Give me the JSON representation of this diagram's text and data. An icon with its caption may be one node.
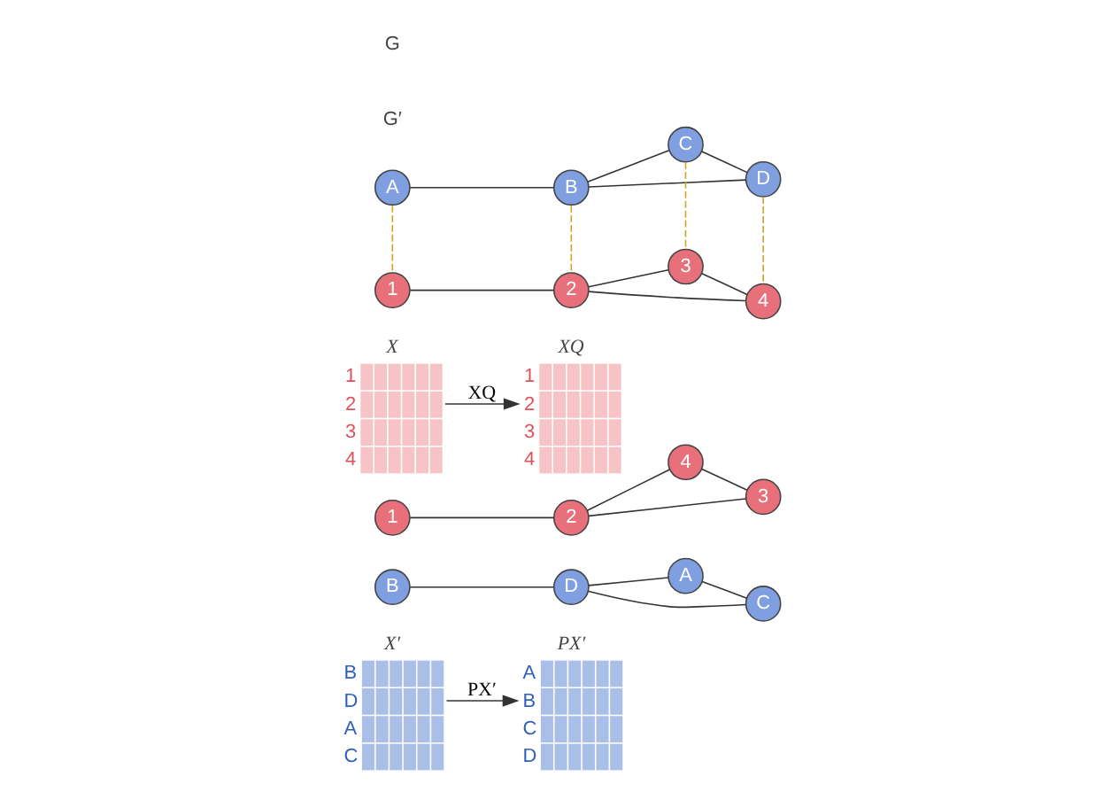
{
  "diagram": {
    "nodes": [
      {
        "text": [
          "X′",
          "B",
          "D",
          "A",
          "C"
        ]
      },
      {
        "text": [
          "B"
        ]
      },
      {
        "text": [
          "D"
        ]
      },
      {
        "text": [
          "A"
        ]
      },
      {
        "text": [
          "C"
        ]
      },
      {
        "text": [
          "1"
        ]
      },
      {
        "text": [
          "2"
        ]
      },
      {
        "text": [
          "4"
        ]
      },
      {
        "text": [
          "3"
        ]
      },
      {
        "text": [
          "X",
          "1",
          "2",
          "3",
          "4"
        ]
      },
      {
        "text": [
          "PX′",
          "A",
          "B",
          "C",
          "D"
        ]
      },
      {
        "text": [
          "A"
        ]
      },
      {
        "text": [
          "B"
        ]
      },
      {
        "text": [
          "C"
        ]
      },
      {
        "text": [
          "D"
        ]
      },
      {
        "text": [
          "1"
        ]
      },
      {
        "text": [
          "2"
        ]
      },
      {
        "text": [
          "3"
        ]
      },
      {
        "text": [
          "4"
        ]
      },
      {
        "text": [
          "XQ",
          "1",
          "2",
          "3",
          "4"
        ]
      }
    ],
    "edges": [
      {
        "from": 1,
        "to": 2,
        "arrow": "none"
      },
      {
        "from": 2,
        "to": 3,
        "arrow": "none"
      },
      {
        "from": 2,
        "to": 4,
        "arrow": "none"
      },
      {
        "from": 3,
        "to": 4,
        "arrow": "none"
      },
      {
        "from": 5,
        "to": 6,
        "arrow": "none"
      },
      {
        "from": 6,
        "to": 7,
        "arrow": "none"
      },
      {
        "from": 6,
        "to": 8,
        "arrow": "none"
      },
      {
        "from": 7,
        "to": 8,
        "arrow": "none"
      },
      {
        "from": 0,
        "to": 10,
        "arrow": "to",
        "label": "PX′"
      },
      {
        "from": 9,
        "to": 19,
        "arrow": "to",
        "label": "XQ"
      },
      {
        "from": 11,
        "to": 12,
        "arrow": "none"
      },
      {
        "from": 12,
        "to": 13,
        "arrow": "none"
      },
      {
        "from": 12,
        "to": 14,
        "arrow": "none"
      },
      {
        "from": 13,
        "to": 14,
        "arrow": "none"
      },
      {
        "from": 15,
        "to": 16,
        "arrow": "none"
      },
      {
        "from": 16,
        "to": 17,
        "arrow": "none"
      },
      {
        "from": 16,
        "to": 18,
        "arrow": "none"
      },
      {
        "from": 17,
        "to": 18,
        "arrow": "none"
      },
      {
        "from": 11,
        "to": 15,
        "arrow": "none",
        "style": "dashed",
        "color": "#d4a020"
      },
      {
        "from": 12,
        "to": 16,
        "arrow": "none",
        "style": "dashed",
        "color": "#d4a020"
      },
      {
        "from": 13,
        "to": 17,
        "arrow": "none",
        "style": "dashed",
        "color": "#d4a020"
      },
      {
        "from": 14,
        "to": 18,
        "arrow": "none",
        "style": "dashed",
        "color": "#d4a020"
      }
    ],
    "labels": [
      "G′",
      "G"
    ]
  }
}
